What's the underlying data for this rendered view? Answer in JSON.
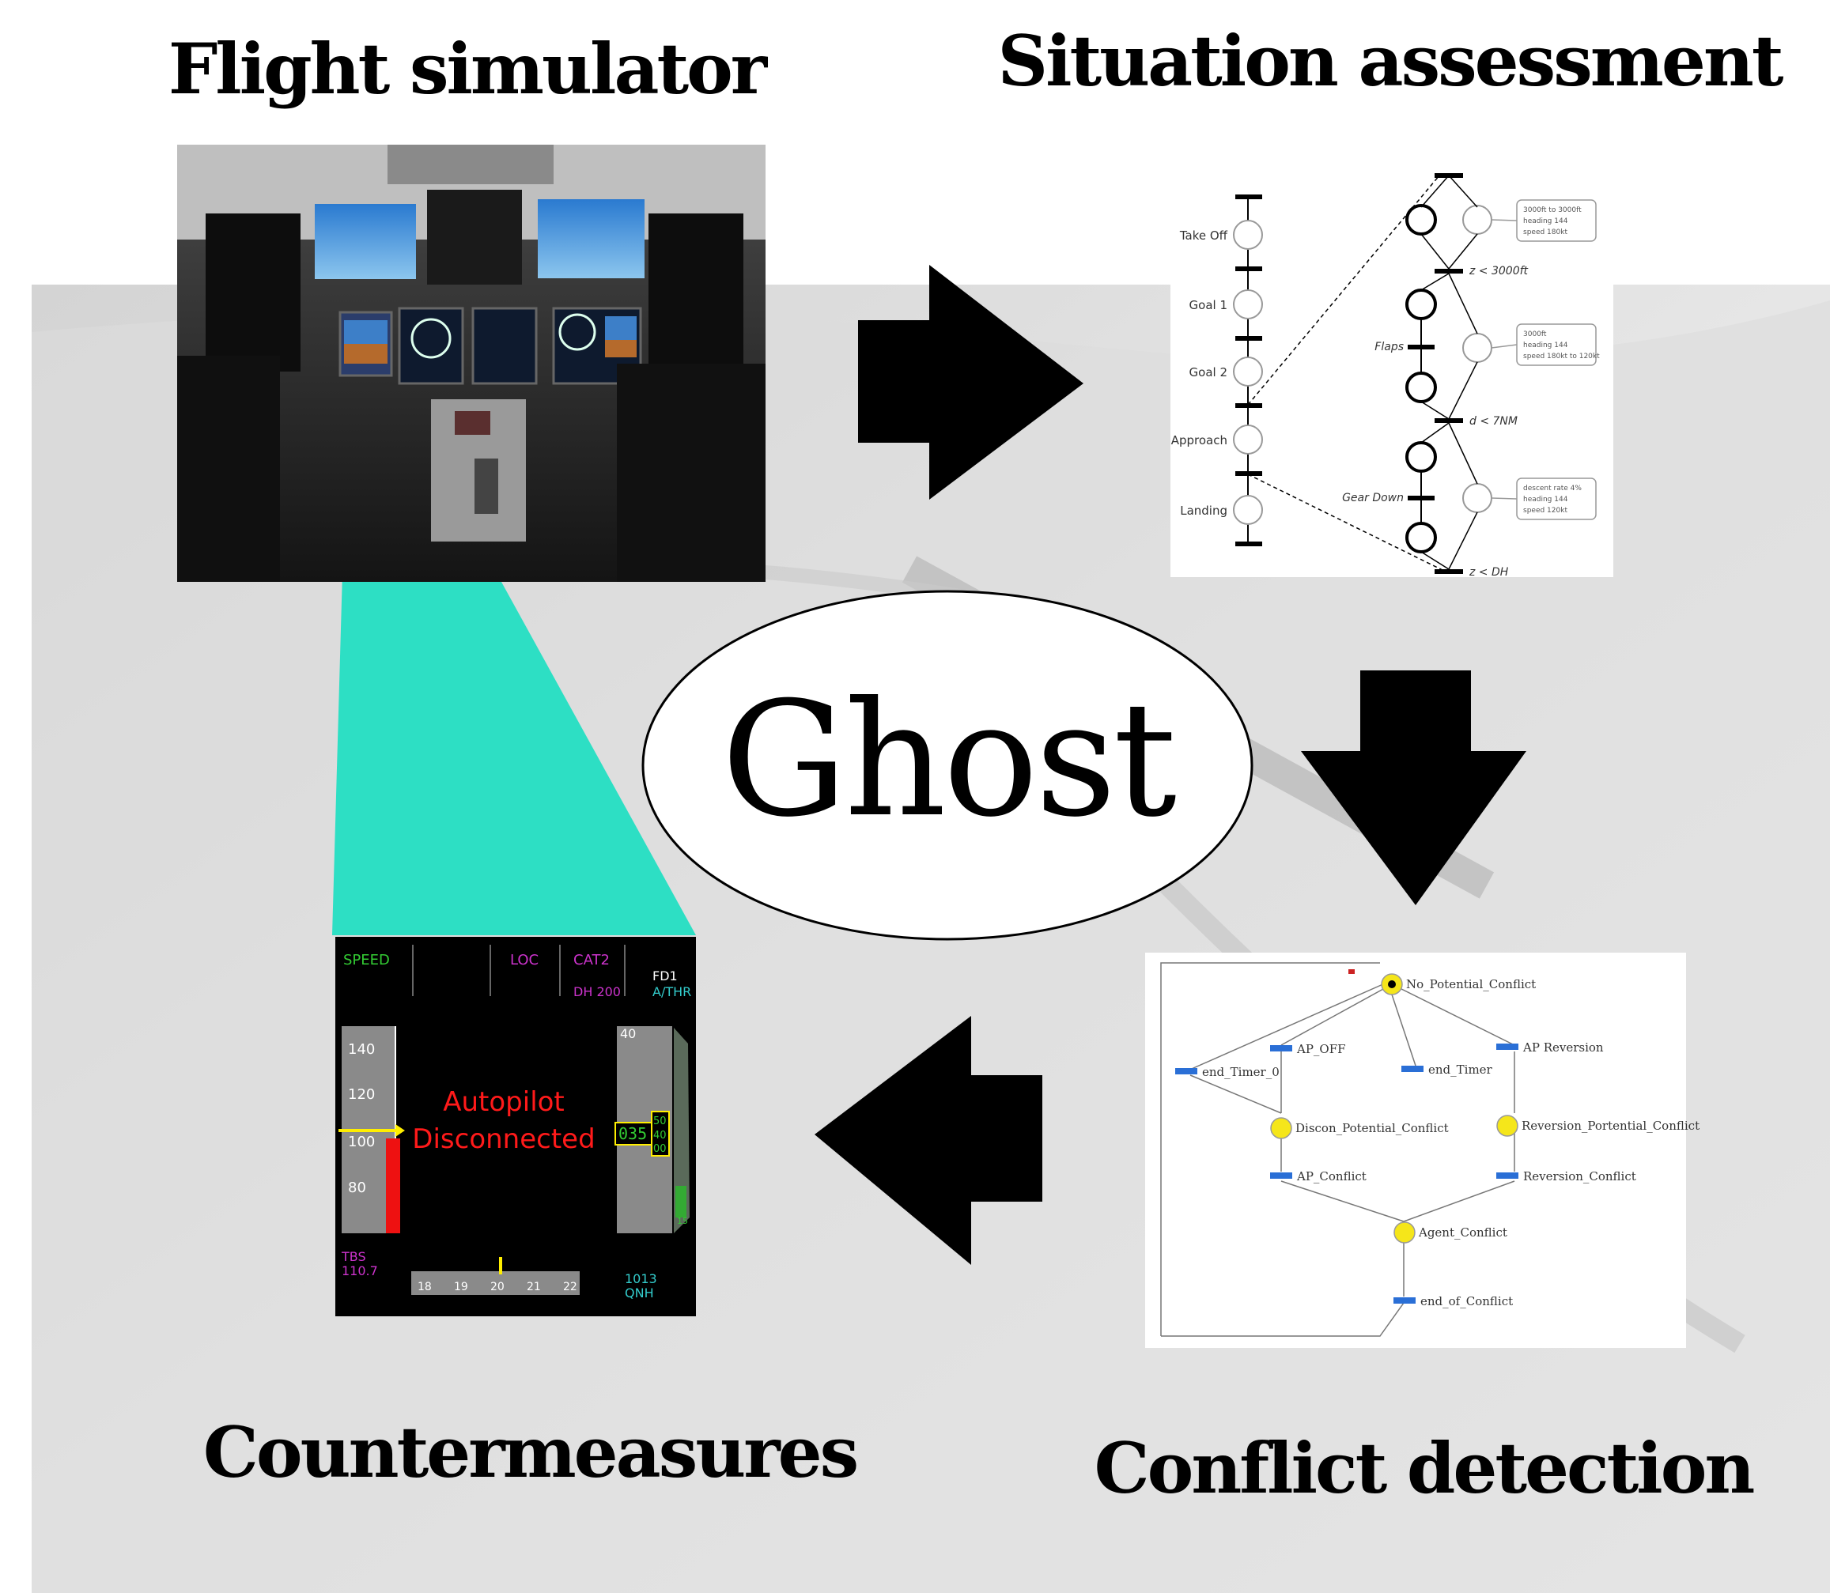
{
  "titles": {
    "flight_simulator": "Flight simulator",
    "situation_assessment": "Situation assessment",
    "countermeasures": "Countermeasures",
    "conflict_detection": "Conflict detection",
    "center": "Ghost"
  },
  "petri_left_labels": [
    "Take Off",
    "Goal 1",
    "Goal 2",
    "Approach",
    "Landing"
  ],
  "petri_right": {
    "side_labels": [
      "Flaps",
      "Gear Down"
    ],
    "transitions": [
      "z < 3000ft",
      "d < 7NM",
      "z < DH"
    ],
    "boxes": [
      [
        "3000ft to 3000ft",
        "heading 144",
        "speed 180kt"
      ],
      [
        "3000ft",
        "heading 144",
        "speed 180kt to 120kt"
      ],
      [
        "descent rate 4%",
        "heading 144",
        "speed 120kt"
      ]
    ]
  },
  "conflict_net": {
    "places": [
      "No_Potential_Conflict",
      "Discon_Potential_Conflict",
      "Reversion_Portential_Conflict",
      "Agent_Conflict"
    ],
    "transitions": [
      "AP_OFF",
      "AP Reversion",
      "end_Timer_0",
      "end_Timer",
      "AP_Conflict",
      "Reversion_Conflict",
      "end_of_Conflict"
    ]
  },
  "pfd": {
    "speed": "SPEED",
    "loc": "LOC",
    "cat": "CAT2",
    "dh": "DH 200",
    "fd": "FD1",
    "athr": "A/THR",
    "alert_line1": "Autopilot",
    "alert_line2": "Disconnected",
    "speed_ticks": [
      "140",
      "120",
      "100",
      "80"
    ],
    "alt_top": "40",
    "alt_value": "035",
    "alt_side": [
      "50",
      "40",
      "00"
    ],
    "heading_ticks": [
      "18",
      "19",
      "20",
      "21",
      "22"
    ],
    "tbs": "TBS",
    "tbs_value": "110.7",
    "qnh_value": "1013",
    "qnh": "QNH",
    "small_num": "15"
  },
  "colors": {
    "cyan_callout": "#2ddfc4",
    "alert_red": "#ff1a1a",
    "place_yellow": "#f5e61a",
    "transition_blue": "#2a6fd6",
    "pfd_green": "#33cc33",
    "pfd_magenta": "#cc33cc"
  }
}
